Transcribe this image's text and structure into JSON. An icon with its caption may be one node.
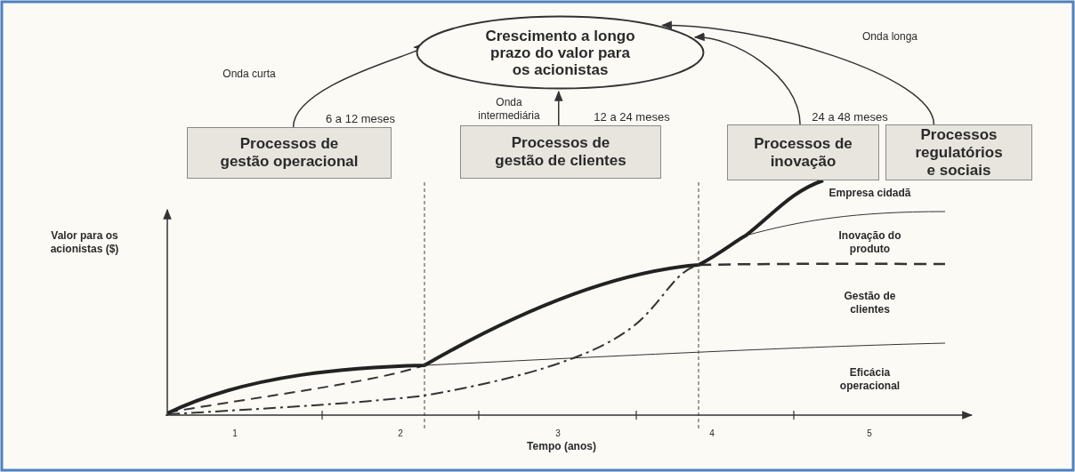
{
  "diagram": {
    "nodes": [
      {
        "text": [
          "Crescimento a longo prazo do valor para os acionistas"
        ]
      },
      {
        "text": [
          "Processos de gestão operacional"
        ]
      },
      {
        "text": [
          "Processos de gestão de clientes"
        ]
      },
      {
        "text": [
          "Processos de inovação"
        ]
      },
      {
        "text": [
          "Processos regulatórios e sociais"
        ]
      }
    ],
    "edges": [
      {
        "from": 1,
        "to": 0,
        "arrow": "to",
        "label": "Onda curta"
      },
      {
        "from": 2,
        "to": 0,
        "arrow": "to",
        "label": "Onda intermediária"
      },
      {
        "from": 3,
        "to": 0,
        "arrow": "to"
      },
      {
        "from": 4,
        "to": 0,
        "arrow": "to",
        "label": "Onda longa"
      }
    ],
    "labels": [
      "6 a 12 meses",
      "12 a 24 meses",
      "24 a 48 meses",
      "Empresa cidadã",
      "Valor para os acionistas ($)",
      "Inovação do produto",
      "Gestão de clientes",
      "Eficácia operacional",
      "1",
      "2",
      "3",
      "4",
      "5",
      "Tempo (anos)"
    ]
  }
}
